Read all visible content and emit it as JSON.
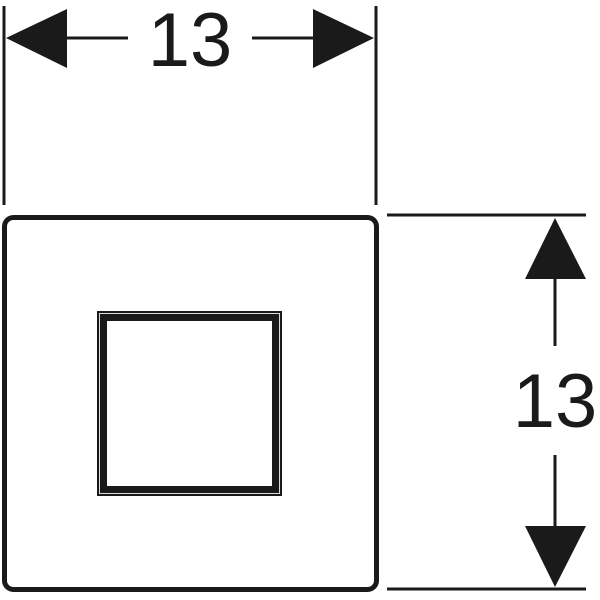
{
  "drawing": {
    "type": "technical dimension drawing",
    "stroke_color": "#1a1a1a",
    "background": "#ffffff"
  },
  "dimensions": {
    "width": {
      "label": "13",
      "orientation": "horizontal"
    },
    "height": {
      "label": "13",
      "orientation": "vertical"
    }
  },
  "shapes": {
    "outer_plate": "rounded square",
    "inner_button": "square frame"
  }
}
